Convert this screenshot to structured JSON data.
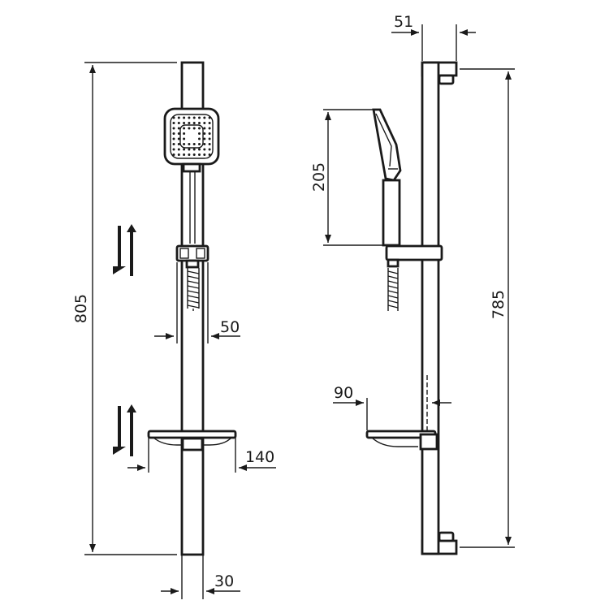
{
  "dimensions": {
    "total_height_front": "805",
    "rail_spacing_side": "785",
    "handset_height": "205",
    "wall_offset": "51",
    "slider_width": "50",
    "soap_dish_width": "140",
    "soap_dish_depth": "90",
    "rail_width": "30"
  }
}
